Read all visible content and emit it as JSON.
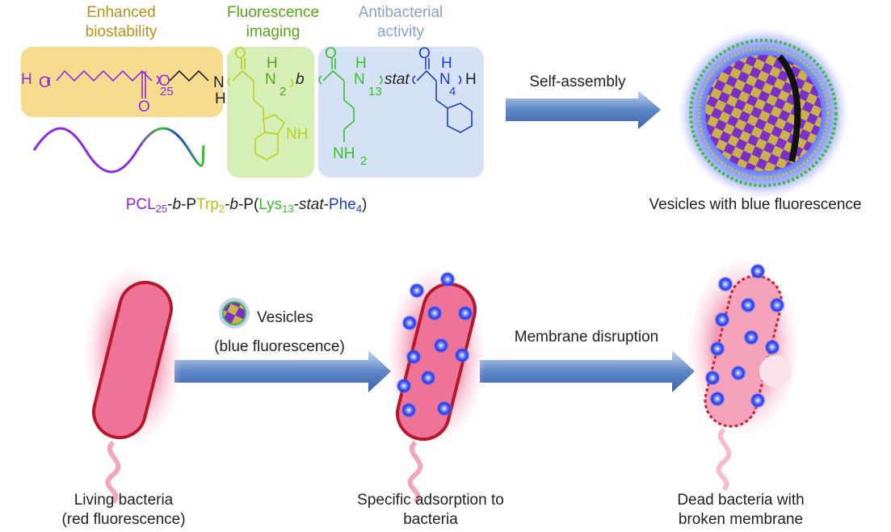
{
  "regions": {
    "biostability": {
      "label_line1": "Enhanced",
      "label_line2": "biostability",
      "color": "#b8921a",
      "fill": "#f7dc8f"
    },
    "fluorescence": {
      "label_line1": "Fluorescence",
      "label_line2": "imaging",
      "color": "#5aa51f",
      "fill": "#d6efb6"
    },
    "antibacterial": {
      "label_line1": "Antibacterial",
      "label_line2": "activity",
      "color": "#8c9fd0",
      "fill": "#d5e2f5"
    }
  },
  "structure": {
    "h_left": "H",
    "o_left": "O",
    "o_ester": "O",
    "o_carbonyl": "O",
    "repeat_pcl": "25",
    "nh_amide": "N",
    "h_amide": "H",
    "o_trp": "O",
    "h_trp": "H",
    "n_trp": "N",
    "repeat_trp": "2",
    "b_link": "b",
    "nh_indole": "NH",
    "o_lys": "O",
    "h_lys": "H",
    "n_lys": "N",
    "repeat_lys": "13",
    "stat": "stat",
    "nh2_lys": "NH",
    "nh2_sub": "2",
    "o_phe": "O",
    "h_phe": "H",
    "n_phe": "N",
    "repeat_phe": "4",
    "h_right": "H"
  },
  "polymer_name": {
    "pcl": "PCL",
    "pcl_n": "25",
    "dash1": "-",
    "b1": "b",
    "dash2": "-P",
    "trp": "Trp",
    "trp_n": "2",
    "dash3": "-",
    "b2": "b",
    "dash4": "-P(",
    "lys": "Lys",
    "lys_n": "13",
    "dash5": "-",
    "stat": "stat",
    "dash6": "-",
    "phe": "Phe",
    "phe_n": "4",
    "close": ")"
  },
  "steps": {
    "self_assembly": "Self-assembly",
    "vesicle_caption": "Vesicles with blue fluorescence",
    "vesicles_label": "Vesicles",
    "blue_fluorescence": "(blue fluorescence)",
    "membrane_disruption": "Membrane disruption"
  },
  "bacteria": {
    "living_line1": "Living bacteria",
    "living_line2": "(red fluorescence)",
    "adsorption_line1": "Specific adsorption to",
    "adsorption_line2": "bacteria",
    "dead_line1": "Dead bacteria with",
    "dead_line2": "broken membrane"
  },
  "colors": {
    "purple": "#8a2be2",
    "lime": "#b8d41c",
    "green": "#37c22c",
    "blue": "#1b3fd6",
    "arrow": "#5d87c6",
    "bacteria": "#e9597f",
    "bacteria_outline": "#b5172d",
    "vesicle_glow": "#2646ff"
  }
}
